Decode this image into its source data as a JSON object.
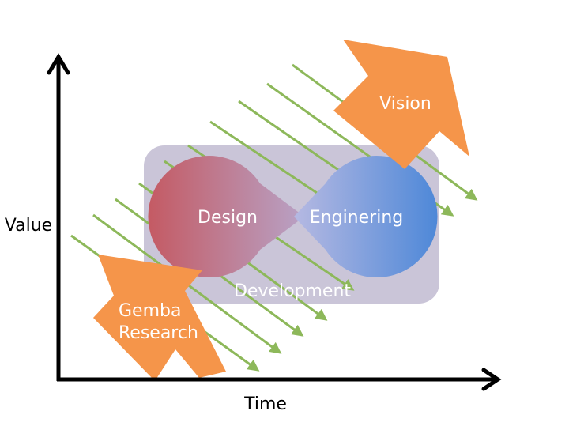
{
  "axes": {
    "y_label": "Value",
    "x_label": "Time"
  },
  "box": {
    "label": "Development",
    "color": "#cac5d8"
  },
  "lobes": {
    "left": {
      "label": "Design",
      "color_start": "#c45a63",
      "color_end": "#b8a2c6"
    },
    "right": {
      "label": "Enginering",
      "color_start": "#b6b9e2",
      "color_end": "#4e88d8"
    }
  },
  "arrows": {
    "gemba_line1": "Gemba",
    "gemba_line2": "Research",
    "vision": "Vision",
    "color": "#f5954a"
  },
  "flow_lines": {
    "color": "#8db85a"
  }
}
